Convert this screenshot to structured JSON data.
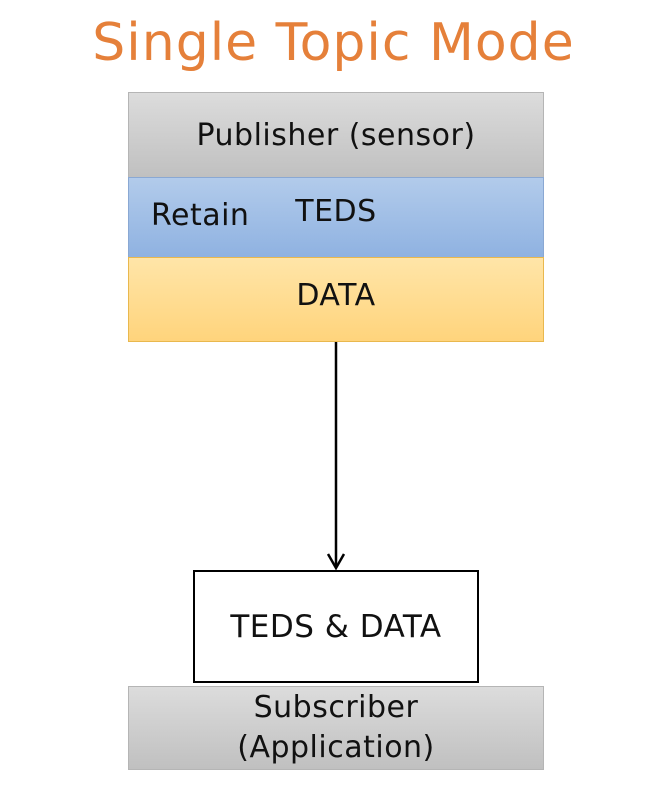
{
  "title": "Single Topic Mode",
  "publisher": {
    "label": "Publisher (sensor)",
    "retain_label": "Retain",
    "teds_label": "TEDS",
    "data_label": "DATA"
  },
  "message": {
    "label": "TEDS & DATA"
  },
  "subscriber": {
    "line1": "Subscriber",
    "line2": "(Application)"
  },
  "colors": {
    "title": "#e5803a",
    "teds_layer": "#9dbce5",
    "data_layer": "#ffdb8c",
    "publisher_subscriber": "#cfcfcf"
  }
}
